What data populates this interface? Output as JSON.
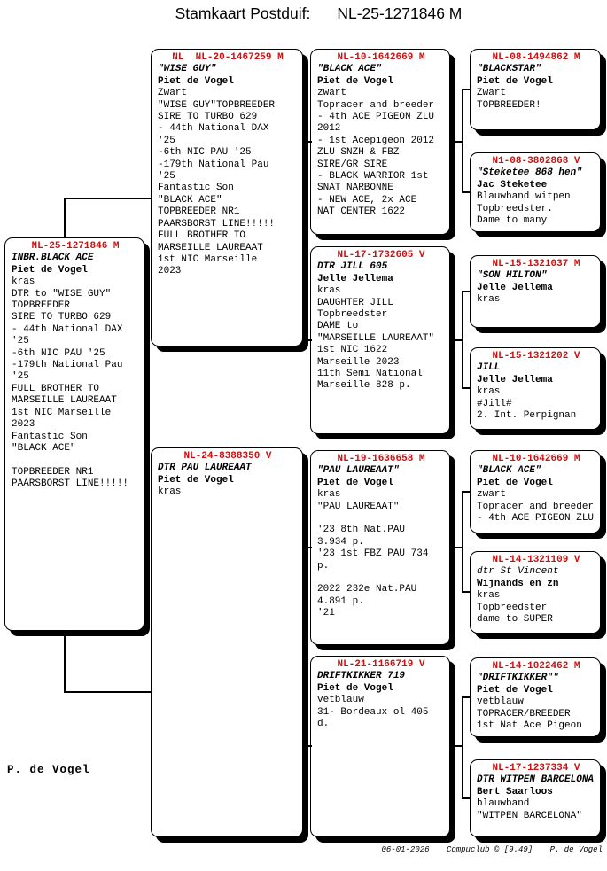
{
  "title": {
    "label": "Stamkaart Postduif:",
    "ring": "NL-25-1271846 M"
  },
  "signature": "P. de Vogel",
  "footer": {
    "date": "06-01-2026",
    "app": "Compuclub © [9.49]",
    "owner": "P. de Vogel"
  },
  "colors": {
    "ring_red": "#cc1111",
    "line_black": "#000000"
  },
  "boxes": [
    {
      "key": "subject",
      "ring": "NL-25-1271846 M",
      "lines": [
        {
          "t": "INBR.BLACK ACE",
          "s": "bi"
        },
        {
          "t": "Piet de Vogel",
          "s": "b"
        },
        {
          "t": "kras",
          "s": "n"
        },
        {
          "t": "DTR to \"WISE GUY\"",
          "s": "n"
        },
        {
          "t": "TOPBREEDER",
          "s": "n"
        },
        {
          "t": "SIRE TO TURBO 629",
          "s": "n"
        },
        {
          "t": "- 44th National DAX",
          "s": "n"
        },
        {
          "t": "'25",
          "s": "n"
        },
        {
          "t": "-6th NIC PAU '25",
          "s": "n"
        },
        {
          "t": "-179th National Pau",
          "s": "n"
        },
        {
          "t": "'25",
          "s": "n"
        },
        {
          "t": "FULL BROTHER TO",
          "s": "n"
        },
        {
          "t": "MARSEILLE LAUREAAT",
          "s": "n"
        },
        {
          "t": "1st NIC Marseille",
          "s": "n"
        },
        {
          "t": "2023",
          "s": "n"
        },
        {
          "t": "Fantastic Son",
          "s": "n"
        },
        {
          "t": "\"BLACK ACE\"",
          "s": "n"
        },
        {
          "t": "",
          "s": "n"
        },
        {
          "t": "TOPBREEDER NR1",
          "s": "n"
        },
        {
          "t": "PAARSBORST LINE!!!!!",
          "s": "n"
        }
      ]
    },
    {
      "key": "father",
      "ring": "NL  NL-20-1467259 M",
      "lines": [
        {
          "t": "\"WISE GUY\"",
          "s": "bi"
        },
        {
          "t": "Piet de Vogel",
          "s": "b"
        },
        {
          "t": "Zwart",
          "s": "n"
        },
        {
          "t": "\"WISE GUY\"TOPBREEDER",
          "s": "n"
        },
        {
          "t": "SIRE TO TURBO 629",
          "s": "n"
        },
        {
          "t": "- 44th National DAX",
          "s": "n"
        },
        {
          "t": "'25",
          "s": "n"
        },
        {
          "t": "-6th NIC PAU '25",
          "s": "n"
        },
        {
          "t": "-179th National Pau",
          "s": "n"
        },
        {
          "t": "'25",
          "s": "n"
        },
        {
          "t": "Fantastic Son",
          "s": "n"
        },
        {
          "t": "\"BLACK ACE\"",
          "s": "n"
        },
        {
          "t": "TOPBREEDER NR1",
          "s": "n"
        },
        {
          "t": "PAARSBORST LINE!!!!!",
          "s": "n"
        },
        {
          "t": "FULL BROTHER TO",
          "s": "n"
        },
        {
          "t": "MARSEILLE LAUREAAT",
          "s": "n"
        },
        {
          "t": "1st NIC Marseille",
          "s": "n"
        },
        {
          "t": "2023",
          "s": "n"
        }
      ]
    },
    {
      "key": "mother",
      "ring": "NL-24-8388350 V",
      "lines": [
        {
          "t": "DTR PAU LAUREAAT",
          "s": "bi"
        },
        {
          "t": "Piet de Vogel",
          "s": "b"
        },
        {
          "t": "kras",
          "s": "n"
        }
      ]
    },
    {
      "key": "pgf",
      "ring": "NL-10-1642669 M",
      "lines": [
        {
          "t": "\"BLACK ACE\"",
          "s": "bi"
        },
        {
          "t": "Piet de Vogel",
          "s": "b"
        },
        {
          "t": "zwart",
          "s": "n"
        },
        {
          "t": "Topracer and breeder",
          "s": "n"
        },
        {
          "t": "- 4th ACE PIGEON ZLU",
          "s": "n"
        },
        {
          "t": "2012",
          "s": "n"
        },
        {
          "t": "- 1st Acepigeon 2012",
          "s": "n"
        },
        {
          "t": "ZLU SNZH & FBZ",
          "s": "n"
        },
        {
          "t": "SIRE/GR SIRE",
          "s": "n"
        },
        {
          "t": "- BLACK WARRIOR 1st",
          "s": "n"
        },
        {
          "t": "SNAT NARBONNE",
          "s": "n"
        },
        {
          "t": "- NEW ACE, 2x ACE",
          "s": "n"
        },
        {
          "t": "NAT CENTER 1622",
          "s": "n"
        }
      ]
    },
    {
      "key": "pgm",
      "ring": "NL-17-1732605 V",
      "lines": [
        {
          "t": "DTR JILL 605",
          "s": "bi"
        },
        {
          "t": "Jelle Jellema",
          "s": "b"
        },
        {
          "t": "kras",
          "s": "n"
        },
        {
          "t": "DAUGHTER JILL",
          "s": "n"
        },
        {
          "t": "Topbreedster",
          "s": "n"
        },
        {
          "t": "DAME to",
          "s": "n"
        },
        {
          "t": "\"MARSEILLE LAUREAAT\"",
          "s": "n"
        },
        {
          "t": "1st NIC 1622",
          "s": "n"
        },
        {
          "t": "Marseille 2023",
          "s": "n"
        },
        {
          "t": "11th Semi National",
          "s": "n"
        },
        {
          "t": "Marseille 828 p.",
          "s": "n"
        }
      ]
    },
    {
      "key": "mgf",
      "ring": "NL-19-1636658 M",
      "lines": [
        {
          "t": "\"PAU LAUREAAT\"",
          "s": "bi"
        },
        {
          "t": "Piet de Vogel",
          "s": "b"
        },
        {
          "t": "kras",
          "s": "n"
        },
        {
          "t": "\"PAU LAUREAAT\"",
          "s": "n"
        },
        {
          "t": "",
          "s": "n"
        },
        {
          "t": "'23 8th Nat.PAU",
          "s": "n"
        },
        {
          "t": "3.934 p.",
          "s": "n"
        },
        {
          "t": "'23 1st FBZ PAU 734",
          "s": "n"
        },
        {
          "t": "p.",
          "s": "n"
        },
        {
          "t": "",
          "s": "n"
        },
        {
          "t": "2022 232e Nat.PAU",
          "s": "n"
        },
        {
          "t": "4.891 p.",
          "s": "n"
        },
        {
          "t": "'21",
          "s": "n"
        }
      ]
    },
    {
      "key": "mgm",
      "ring": "NL-21-1166719 V",
      "lines": [
        {
          "t": "DRIFTKIKKER 719",
          "s": "bi"
        },
        {
          "t": "Piet de Vogel",
          "s": "b"
        },
        {
          "t": "vetblauw",
          "s": "n"
        },
        {
          "t": "31- Bordeaux ol 405",
          "s": "n"
        },
        {
          "t": "d.",
          "s": "n"
        }
      ]
    },
    {
      "key": "ggp1",
      "ring": "NL-08-1494862 M",
      "lines": [
        {
          "t": "\"BLACKSTAR\"",
          "s": "bi"
        },
        {
          "t": "Piet de Vogel",
          "s": "b"
        },
        {
          "t": "Zwart",
          "s": "n"
        },
        {
          "t": "TOPBREEDER!",
          "s": "n"
        }
      ]
    },
    {
      "key": "ggp2",
      "ring": "N1-08-3802868 V",
      "lines": [
        {
          "t": "\"Steketee 868 hen\"",
          "s": "bi"
        },
        {
          "t": "Jac Steketee",
          "s": "b"
        },
        {
          "t": "Blauwband witpen",
          "s": "n"
        },
        {
          "t": "Topbreedster.",
          "s": "n"
        },
        {
          "t": "Dame to many",
          "s": "n"
        }
      ]
    },
    {
      "key": "ggp3",
      "ring": "NL-15-1321037 M",
      "lines": [
        {
          "t": "\"SON HILTON\"",
          "s": "bi"
        },
        {
          "t": "Jelle Jellema",
          "s": "b"
        },
        {
          "t": "kras",
          "s": "n"
        }
      ]
    },
    {
      "key": "ggp4",
      "ring": "NL-15-1321202 V",
      "lines": [
        {
          "t": "JILL",
          "s": "bi"
        },
        {
          "t": "Jelle Jellema",
          "s": "b"
        },
        {
          "t": "kras",
          "s": "n"
        },
        {
          "t": "#Jill#",
          "s": "n"
        },
        {
          "t": "2. Int. Perpignan",
          "s": "n"
        }
      ]
    },
    {
      "key": "ggp5",
      "ring": "NL-10-1642669 M",
      "lines": [
        {
          "t": "\"BLACK ACE\"",
          "s": "bi"
        },
        {
          "t": "Piet de Vogel",
          "s": "b"
        },
        {
          "t": "zwart",
          "s": "n"
        },
        {
          "t": "Topracer and breeder",
          "s": "n"
        },
        {
          "t": "- 4th ACE PIGEON ZLU",
          "s": "n"
        }
      ]
    },
    {
      "key": "ggp6",
      "ring": "NL-14-1321109 V",
      "lines": [
        {
          "t": "dtr St Vincent",
          "s": "i"
        },
        {
          "t": "Wijnands en zn",
          "s": "b"
        },
        {
          "t": "kras",
          "s": "n"
        },
        {
          "t": "Topbreedster",
          "s": "n"
        },
        {
          "t": "dame to SUPER",
          "s": "n"
        }
      ]
    },
    {
      "key": "ggp7",
      "ring": "NL-14-1022462 M",
      "lines": [
        {
          "t": "\"DRIFTKIKKER\"\"",
          "s": "bi"
        },
        {
          "t": "Piet de Vogel",
          "s": "b"
        },
        {
          "t": "vetblauw",
          "s": "n"
        },
        {
          "t": "TOPRACER/BREEDER",
          "s": "n"
        },
        {
          "t": "1st Nat Ace Pigeon",
          "s": "n"
        }
      ]
    },
    {
      "key": "ggp8",
      "ring": "NL-17-1237334 V",
      "lines": [
        {
          "t": "DTR WITPEN BARCELONA",
          "s": "bi"
        },
        {
          "t": "Bert Saarloos",
          "s": "b"
        },
        {
          "t": "blauwband",
          "s": "n"
        },
        {
          "t": "\"WITPEN BARCELONA\"",
          "s": "n"
        }
      ]
    }
  ]
}
